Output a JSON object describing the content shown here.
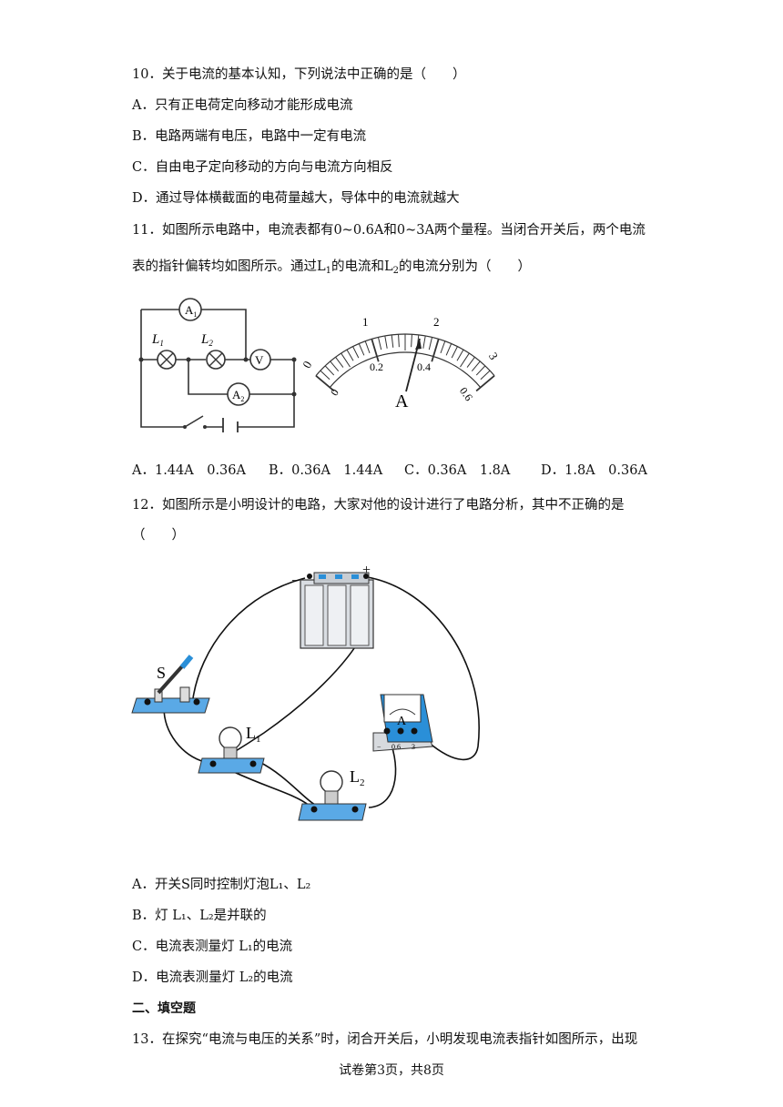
{
  "q10": {
    "stem": "10．关于电流的基本认知，下列说法中正确的是（　　）",
    "options": [
      "A．只有正电荷定向移动才能形成电流",
      "B．电路两端有电压，电路中一定有电流",
      "C．自由电子定向移动的方向与电流方向相反",
      "D．通过导体横截面的电荷量越大，导体中的电流就越大"
    ]
  },
  "q11": {
    "stem_line1": "11．如图所示电路中，电流表都有0~0.6A和0~3A两个量程。当闭合开关后，两个电流",
    "stem_line2_a": "表的指针偏转均如图所示。通过",
    "L": "L",
    "sub1": "1",
    "stem_line2_b": "的电流和",
    "sub2": "2",
    "stem_line2_c": "的电流分别为（　　）",
    "circuit_labels": {
      "a1": "A",
      "a1_sub": "1",
      "a2": "A",
      "a2_sub": "2",
      "l1": "L",
      "l1_sub": "1",
      "l2": "L",
      "l2_sub": "2",
      "v": "V"
    },
    "meter": {
      "top_ticks": [
        "0",
        "1",
        "2",
        "3"
      ],
      "bottom_ticks": [
        "0",
        "0.2",
        "0.4",
        "0.6"
      ],
      "label": "A"
    },
    "options": [
      "A．1.44A　0.36A",
      "B．0.36A　1.44A",
      "C．0.36A　1.8A",
      "D．1.8A　0.36A"
    ]
  },
  "q12": {
    "stem_line1": "12．如图所示是小明设计的电路，大家对他的设计进行了电路分析，其中不正确的是",
    "stem_line2": "（　　）",
    "fig_labels": {
      "minus": "−",
      "plus": "+",
      "switch": "S",
      "l1": "L",
      "l1_sub": "1",
      "l2": "L",
      "l2_sub": "2",
      "ammeter": "A",
      "amm_minus": "−",
      "amm_06": "0.6",
      "amm_3": "3"
    },
    "options": [
      "A．开关S同时控制灯泡L₁、L₂",
      "B．灯 L₁、L₂是并联的",
      "C．电流表测量灯 L₁的电流",
      "D．电流表测量灯 L₂的电流"
    ]
  },
  "section2": "二、填空题",
  "q13": {
    "stem": "13．在探究“电流与电压的关系”时，闭合开关后，小明发现电流表指针如图所示，出现"
  },
  "footer": "试卷第3页，共8页"
}
